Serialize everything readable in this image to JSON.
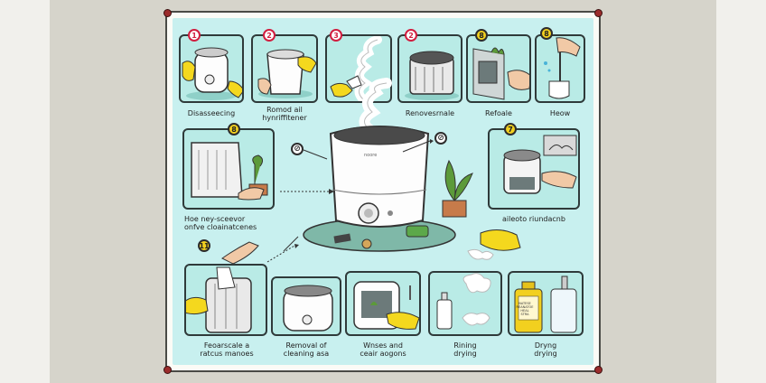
{
  "steps_top": [
    {
      "badge": "1",
      "caption": "Disasseecing"
    },
    {
      "badge": "2",
      "caption": "Romod ail\nhynriffitener"
    },
    {
      "badge": "3",
      "caption": ""
    },
    {
      "badge": "2",
      "caption": "Renovesrnale"
    },
    {
      "badge": "8",
      "caption": "Refoale"
    },
    {
      "badge": "8",
      "caption": "Heow"
    }
  ],
  "steps_middle": [
    {
      "badge": "8",
      "caption": "Hoe ney-sceevor\nonfve cloainatcenes"
    },
    {
      "badge": "7",
      "caption": "aileoto riundacnb"
    }
  ],
  "steps_bottom_badge": "11",
  "steps_bottom": [
    {
      "caption": "Feoarscale a\nratcus manoes"
    },
    {
      "caption": "Removal of\ncleaning asa"
    },
    {
      "caption": "Wnses and\nceair aogons"
    },
    {
      "caption": "Rining\ndrying"
    },
    {
      "caption": "Dryng\ndrying"
    }
  ],
  "center_icons": {
    "left": "⊘",
    "right": "⊘"
  },
  "humidifier_label": "noore",
  "bottle_label": "NATESE\nREANATOE\nHEAL\nSTRA",
  "colors": {
    "accent_red": "#d11d3f",
    "badge_yellow": "#f2d01f",
    "panel_bg": "#b9ebe6",
    "poster_bg": "#c8f0ef",
    "glove_yellow": "#f4d81e"
  }
}
